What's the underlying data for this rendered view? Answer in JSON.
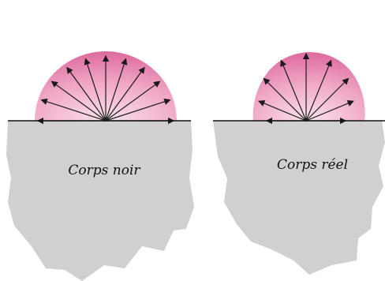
{
  "colors": {
    "emission_center": "#fbe3ee",
    "emission_mid": "#f0a7c6",
    "emission_edge": "#dd6a9d",
    "body_fill": "#d0d0d0",
    "surface_line": "#111111",
    "ray": "#1a1a1a",
    "label_text": "#111111"
  },
  "bodies": [
    {
      "id": "black-body",
      "label": "Corps noir",
      "emission_shape": "hemisphere",
      "ray_count": 11
    },
    {
      "id": "real-body",
      "label": "Corps réel",
      "emission_shape": "flattened-lobe",
      "ray_count": 9
    }
  ]
}
